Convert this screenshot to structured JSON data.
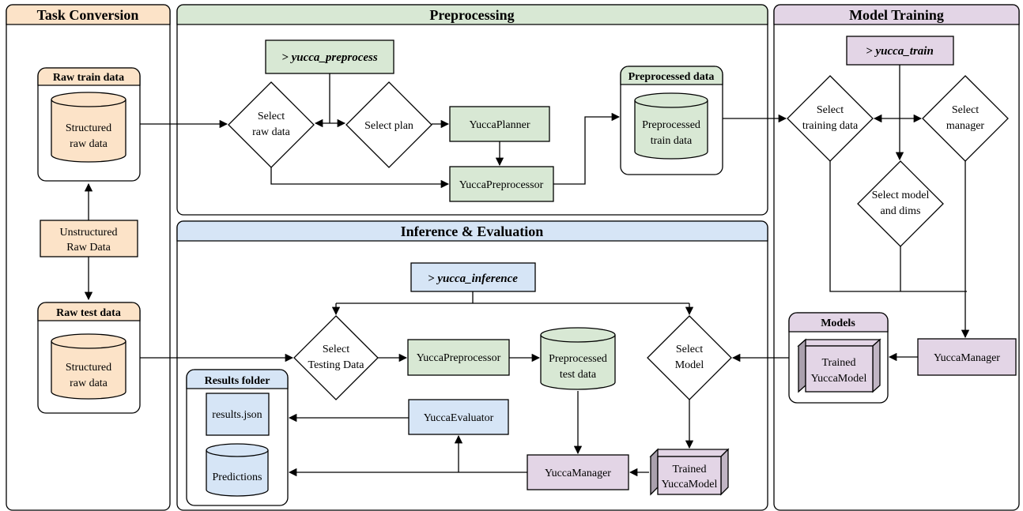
{
  "colors": {
    "orange": "#fce3c8",
    "green": "#d8e8d4",
    "purple": "#e3d5e6",
    "blue": "#d6e5f6",
    "white": "#ffffff"
  },
  "panels": {
    "task_conversion": {
      "title": "Task Conversion"
    },
    "preprocessing": {
      "title": "Preprocessing"
    },
    "model_training": {
      "title": "Model Training"
    },
    "inference": {
      "title": "Inference & Evaluation"
    }
  },
  "task_conversion": {
    "raw_train": {
      "title": "Raw train data",
      "cyl": [
        "Structured",
        "raw data"
      ]
    },
    "unstructured": [
      "Unstructured",
      "Raw Data"
    ],
    "raw_test": {
      "title": "Raw test data",
      "cyl": [
        "Structured",
        "raw data"
      ]
    }
  },
  "preprocessing": {
    "command": "> yucca_preprocess",
    "select_raw": [
      "Select",
      "raw data"
    ],
    "select_plan": "Select plan",
    "planner": "YuccaPlanner",
    "preprocessor": "YuccaPreprocessor",
    "output": {
      "title": "Preprocessed data",
      "cyl": [
        "Preprocessed",
        "train data"
      ]
    }
  },
  "training": {
    "command": "> yucca_train",
    "select_training": [
      "Select",
      "training data"
    ],
    "select_manager": [
      "Select",
      "manager"
    ],
    "select_model": [
      "Select model",
      "and dims"
    ],
    "manager": "YuccaManager",
    "models": {
      "title": "Models",
      "cube": [
        "Trained",
        "YuccaModel"
      ]
    }
  },
  "inference": {
    "command": "> yucca_inference",
    "select_testing": [
      "Select",
      "Testing Data"
    ],
    "preprocessor": "YuccaPreprocessor",
    "test_cyl": [
      "Preprocessed",
      "test data"
    ],
    "select_model": [
      "Select",
      "Model"
    ],
    "evaluator": "YuccaEvaluator",
    "manager": "YuccaManager",
    "trained_model": [
      "Trained",
      "YuccaModel"
    ],
    "results": {
      "title": "Results folder",
      "file": "results.json",
      "cyl": "Predictions"
    }
  }
}
